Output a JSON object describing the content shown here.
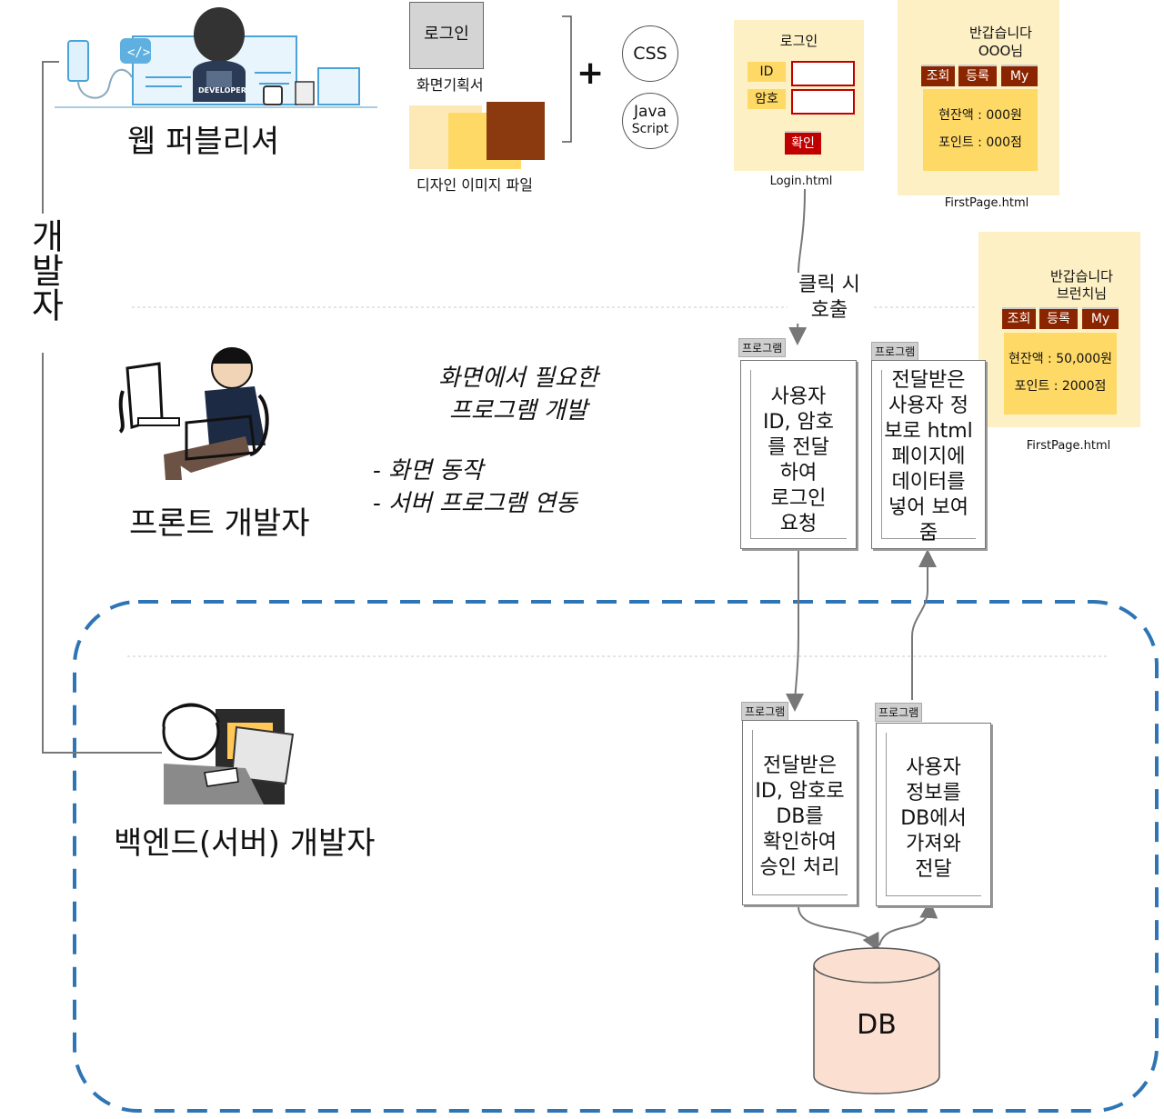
{
  "roles": {
    "side_label": "개발자",
    "web_publisher": "웹 퍼블리셔",
    "front_dev": "프론트 개발자",
    "backend_dev": "백엔드(서버) 개발자",
    "developer_badge": "DEVELOPER"
  },
  "publisher_assets": {
    "login_box": "로그인",
    "plan_doc": "화면기획서",
    "design_files": "디자인 이미지 파일",
    "plus": "+",
    "css": "CSS",
    "js_line1": "Java",
    "js_line2": "Script"
  },
  "login_page": {
    "title": "로그인",
    "id_label": "ID",
    "pw_label": "암호",
    "confirm": "확인",
    "filename": "Login.html"
  },
  "first_page_1": {
    "greeting1": "반갑습니다",
    "greeting2": "OOO님",
    "tabs": [
      "조회",
      "등록",
      "My"
    ],
    "balance": "현잔액 : 000원",
    "points": "포인트 : 000점",
    "filename": "FirstPage.html"
  },
  "first_page_2": {
    "greeting1": "반갑습니다",
    "greeting2": "브런치님",
    "tabs": [
      "조회",
      "등록",
      "My"
    ],
    "balance": "현잔액 : 50,000원",
    "points": "포인트 : 2000점",
    "filename": "FirstPage.html"
  },
  "click_call": [
    "클릭 시",
    "호출"
  ],
  "front_notes": {
    "line1": "화면에서 필요한",
    "line2": "프로그램 개발",
    "bullet1": "-  화면 동작",
    "bullet2": "-  서버 프로그램 연동"
  },
  "programs": {
    "label": "프로그램",
    "front_login": [
      "사용자",
      "ID, 암호",
      "를 전달",
      "하여",
      "로그인",
      "요청"
    ],
    "front_display": [
      "전달받은",
      "사용자 정",
      "보로 html",
      "페이지에",
      "데이터를",
      "넣어 보여",
      "줌"
    ],
    "back_auth": [
      "전달받은",
      "ID, 암호로",
      "DB를",
      "확인하여",
      "승인 처리"
    ],
    "back_fetch": [
      "사용자",
      "정보를",
      "DB에서",
      "가져와",
      "전달"
    ]
  },
  "db": "DB",
  "colors": {
    "pale_yellow": "#fdf0c4",
    "yellow": "#ffd966",
    "brown": "#8b3a0f",
    "dark_red": "#c00000",
    "db_fill": "#fbe0d2",
    "dash_blue": "#2e75b6"
  }
}
